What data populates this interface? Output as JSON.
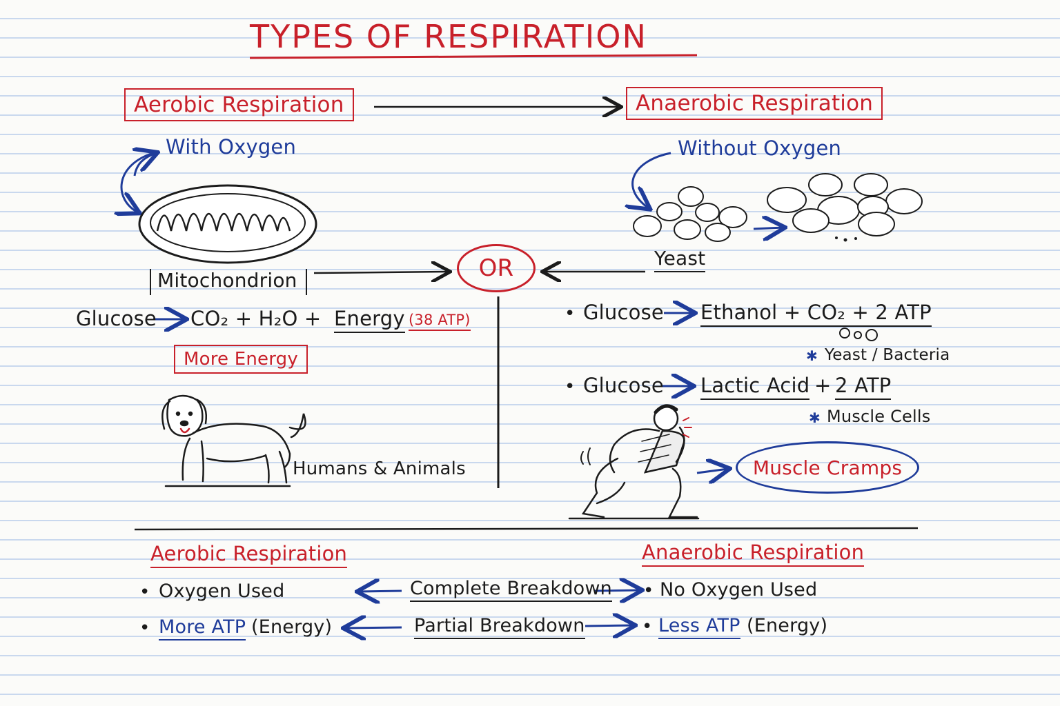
{
  "title": "TYPES OF RESPIRATION",
  "top_left": {
    "heading": "Aerobic Respiration",
    "condition": "With Oxygen",
    "organelle": "Mitochondrion",
    "eq_glucose": "Glucose",
    "eq_products": "CO₂ + H₂O +",
    "eq_energy": "Energy",
    "eq_atp": "(38 ATP)",
    "more_energy": "More Energy",
    "organisms": "Humans & Animals"
  },
  "center": {
    "or": "OR"
  },
  "top_right": {
    "heading": "Anaerobic Respiration",
    "condition": "Without Oxygen",
    "organism": "Yeast",
    "eq1_glucose": "Glucose",
    "eq1_products": "Ethanol + CO₂ + 2 ATP",
    "eq1_note": "Yeast / Bacteria",
    "eq2_glucose": "Glucose",
    "eq2_lactic": "Lactic Acid",
    "eq2_plus": "+",
    "eq2_atp": "2 ATP",
    "eq2_note": "Muscle Cells",
    "cramps": "Muscle Cramps"
  },
  "comparison": {
    "left_heading": "Aerobic Respiration",
    "right_heading": "Anaerobic Respiration",
    "left_items": [
      "Oxygen Used",
      "More ATP",
      "(Energy)"
    ],
    "right_items": [
      "No Oxygen Used",
      "Less ATP",
      "(Energy)"
    ],
    "middle": [
      "Complete Breakdown",
      "Partial Breakdown"
    ]
  },
  "colors": {
    "red": "#c8202a",
    "blue": "#1f3c9a",
    "ink": "#1b1b1b"
  },
  "icons": [
    "mitochondrion-icon",
    "yeast-cells-icon",
    "dog-icon",
    "runner-cramp-icon"
  ]
}
